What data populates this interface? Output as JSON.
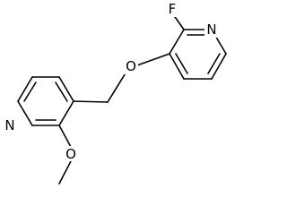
{
  "molecule": {
    "atoms": {
      "fluorine": "F",
      "pyridine_n_right": "N",
      "ether_oxygen": "O",
      "pyridine_n_left": "N",
      "methoxy_oxygen": "O"
    },
    "colors": {
      "bond": "#000000",
      "label": "#000000",
      "background": "#ffffff"
    }
  }
}
